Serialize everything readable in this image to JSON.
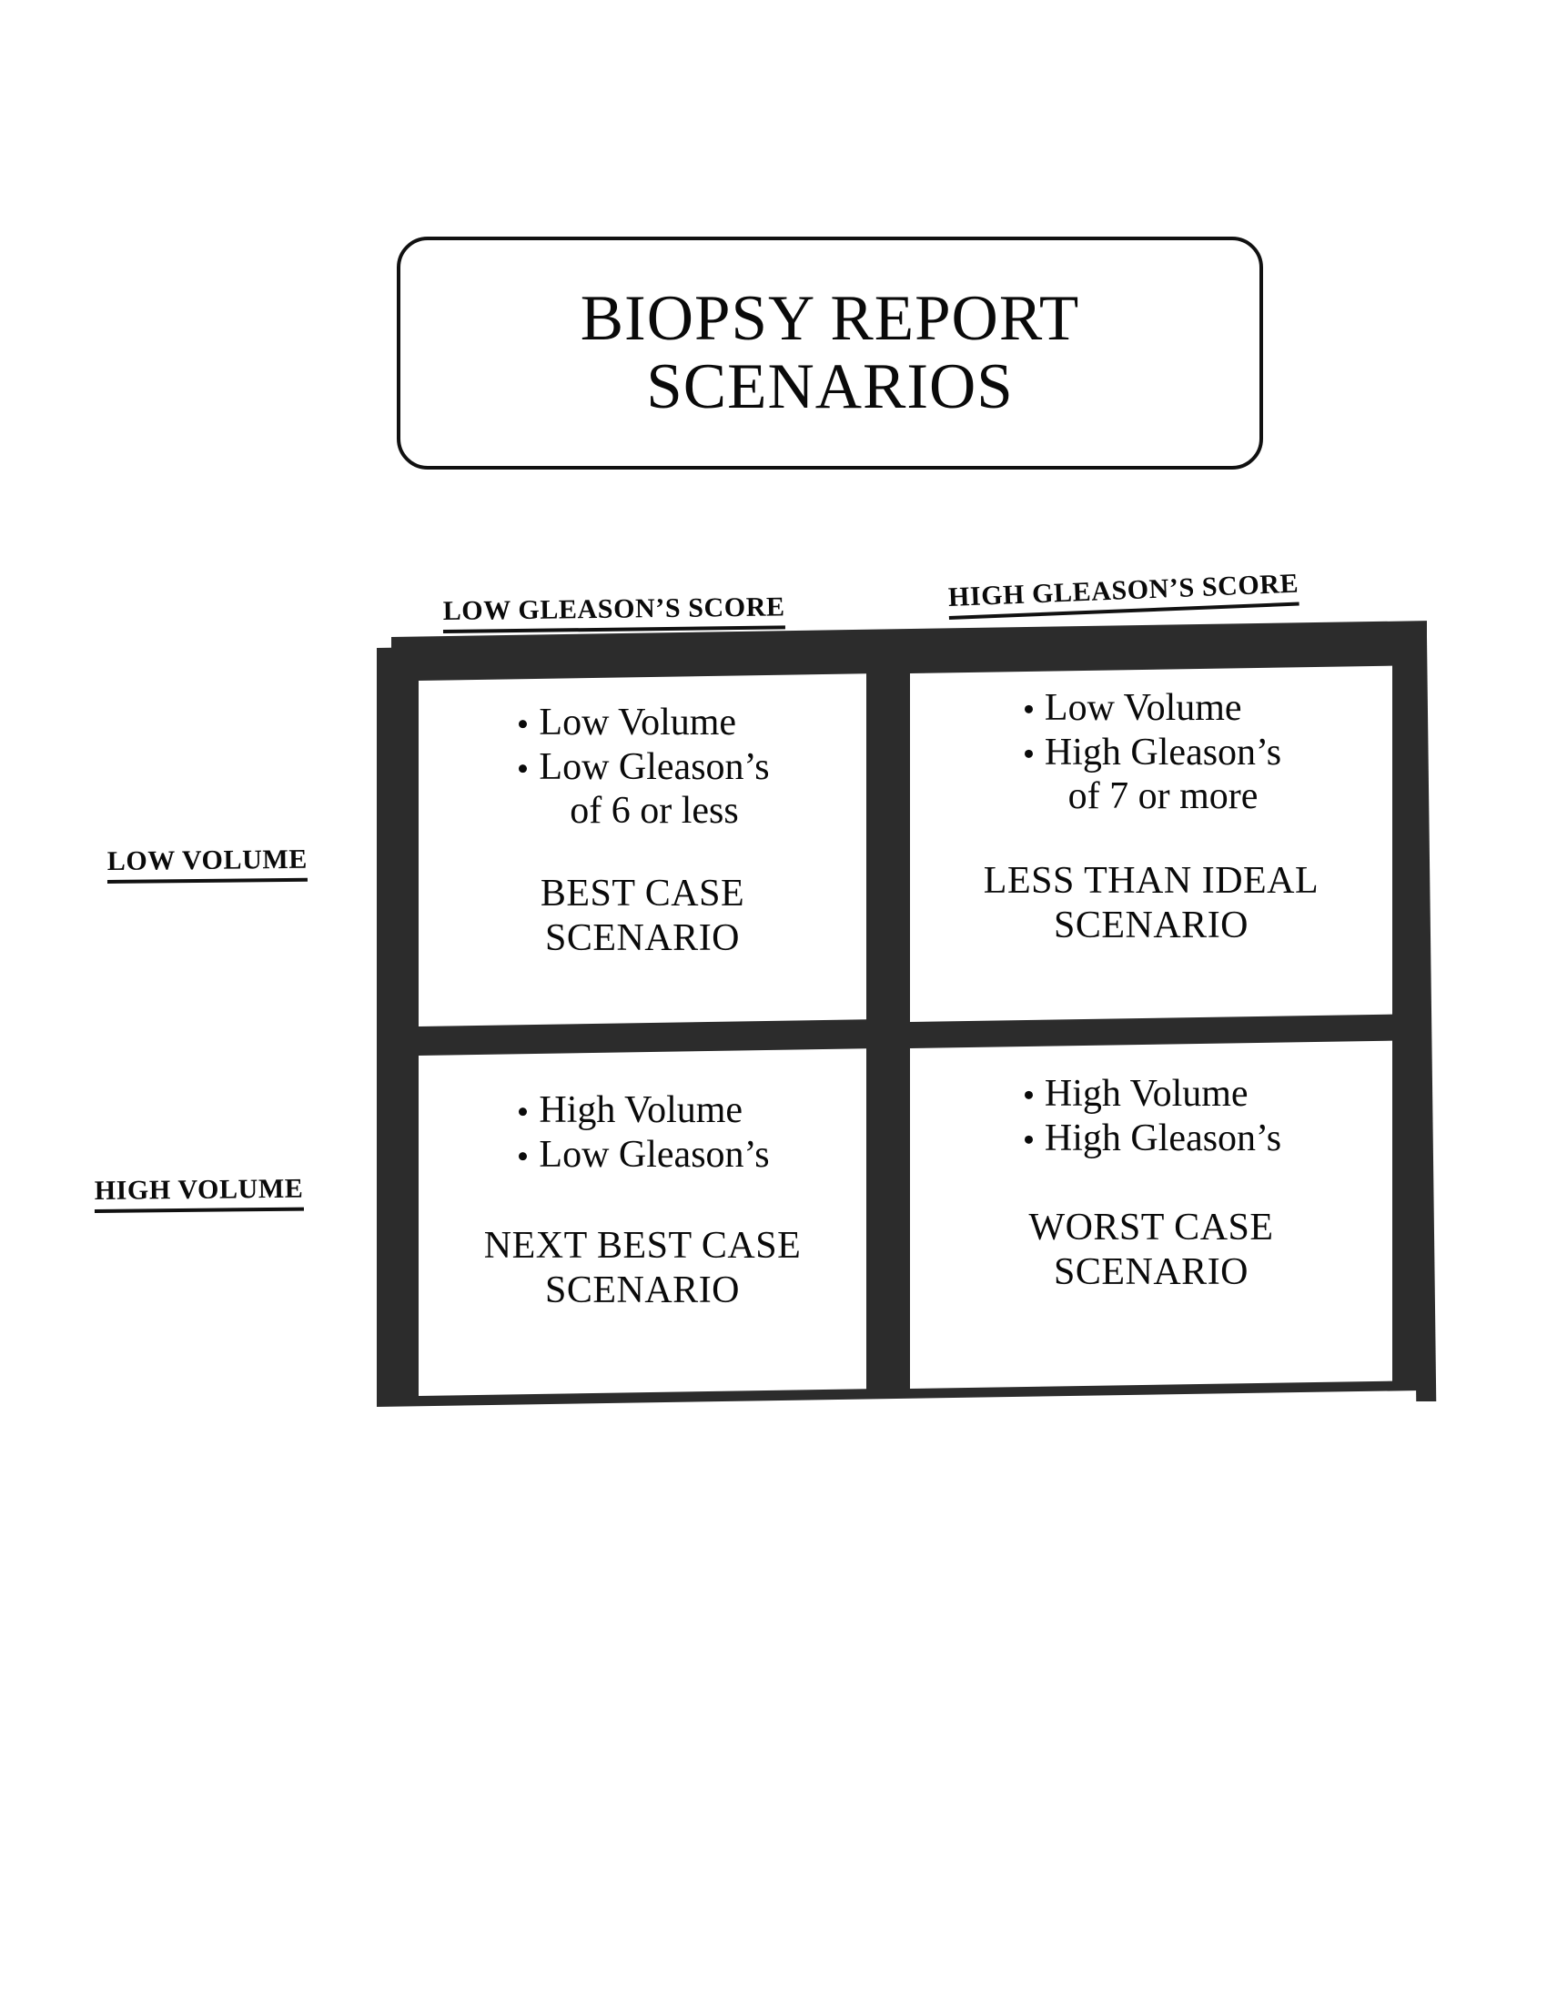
{
  "title": {
    "line1": "BIOPSY REPORT",
    "line2": "SCENARIOS"
  },
  "axes": {
    "columns": [
      {
        "label": "LOW GLEASON’S SCORE"
      },
      {
        "label": "HIGH GLEASON’S SCORE"
      }
    ],
    "rows": [
      {
        "label": "LOW VOLUME"
      },
      {
        "label": "HIGH VOLUME"
      }
    ]
  },
  "matrix": {
    "cells": [
      {
        "position": "top-left",
        "row": "LOW VOLUME",
        "column": "LOW GLEASON’S SCORE",
        "bullets": [
          "Low Volume",
          "Low Gleason’s"
        ],
        "continuation": "of 6 or less",
        "verdict_line1": "BEST CASE",
        "verdict_line2": "SCENARIO"
      },
      {
        "position": "top-right",
        "row": "LOW VOLUME",
        "column": "HIGH GLEASON’S SCORE",
        "bullets": [
          "Low Volume",
          "High Gleason’s"
        ],
        "continuation": "of 7 or more",
        "verdict_line1": "LESS THAN IDEAL",
        "verdict_line2": "SCENARIO"
      },
      {
        "position": "bottom-left",
        "row": "HIGH VOLUME",
        "column": "LOW GLEASON’S SCORE",
        "bullets": [
          "High Volume",
          "Low Gleason’s"
        ],
        "continuation": "",
        "verdict_line1": "NEXT BEST CASE",
        "verdict_line2": "SCENARIO"
      },
      {
        "position": "bottom-right",
        "row": "HIGH VOLUME",
        "column": "HIGH GLEASON’S SCORE",
        "bullets": [
          "High Volume",
          "High Gleason’s"
        ],
        "continuation": "",
        "verdict_line1": "WORST CASE",
        "verdict_line2": "SCENARIO"
      }
    ]
  },
  "colors": {
    "ink": "#0a0a0a",
    "frame": "#2c2c2c",
    "background": "#ffffff"
  }
}
